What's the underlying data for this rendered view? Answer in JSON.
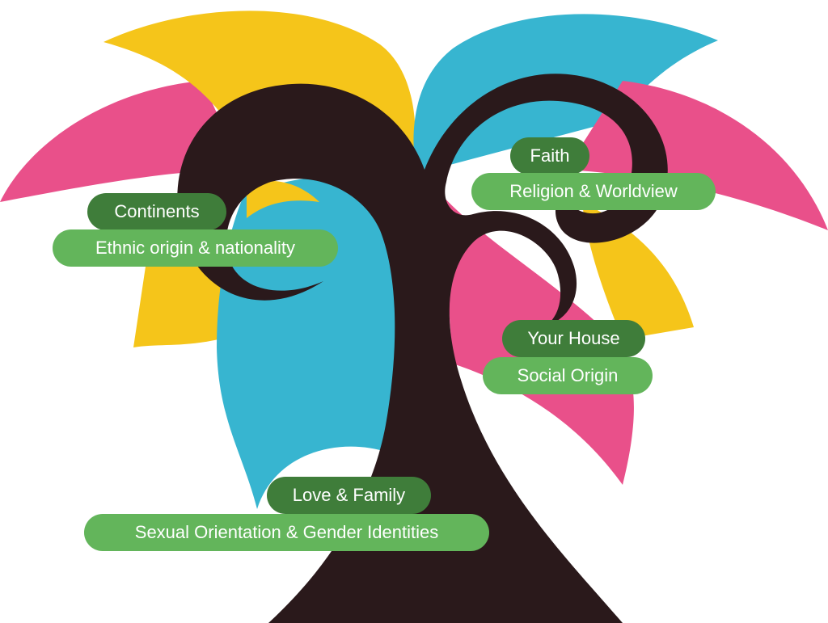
{
  "colors": {
    "trunk": "#2a191b",
    "pink": "#e9508a",
    "yellow": "#f5c51a",
    "cyan": "#37b5d0",
    "pill_dark": "#3f7d3a",
    "pill_light": "#63b55b",
    "text": "#ffffff"
  },
  "labels": {
    "continents": "Continents",
    "ethnic": "Ethnic origin & nationality",
    "faith": "Faith",
    "religion": "Religion & Worldview",
    "house": "Your House",
    "social": "Social Origin",
    "love": "Love & Family",
    "sexual": "Sexual Orientation & Gender Identities"
  }
}
